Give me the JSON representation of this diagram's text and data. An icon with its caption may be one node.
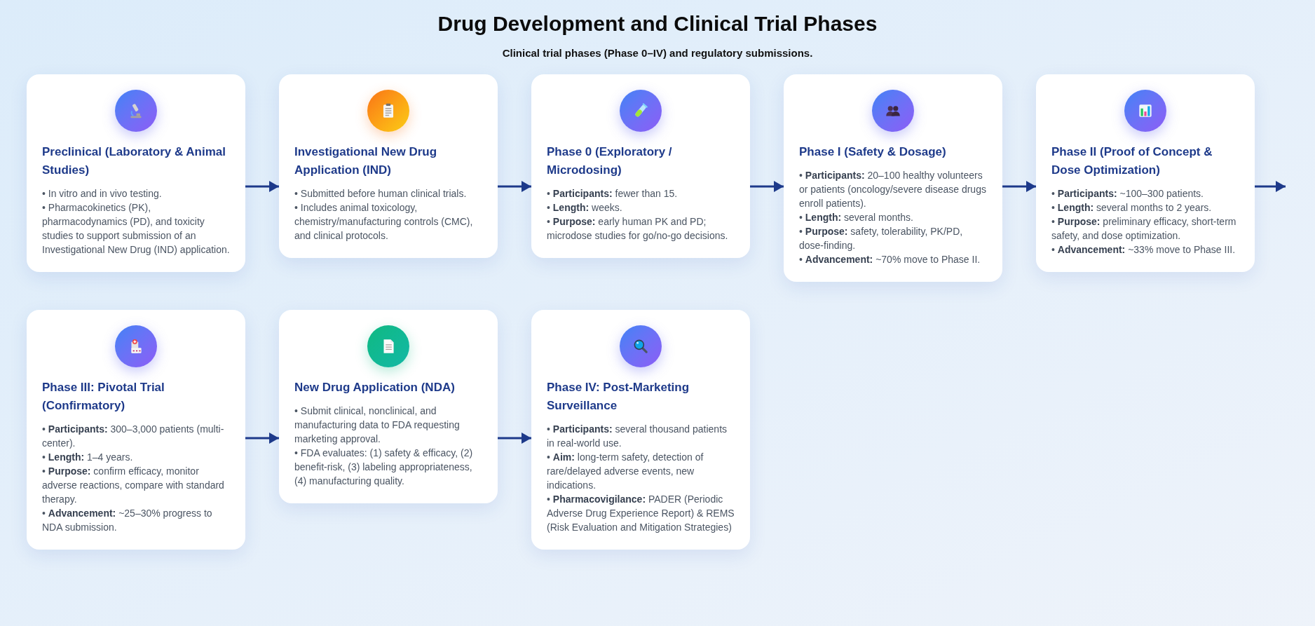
{
  "diagram": {
    "title": "Drug Development and Clinical Trial Phases",
    "labels": [
      "Clinical trial phases (Phase 0–IV) and regulatory submissions."
    ],
    "nodes": [
      {
        "text": [
          "Preclinical (Laboratory & Animal Studies)",
          "• In vitro and in vivo testing.",
          "• Pharmacokinetics (PK), pharmacodynamics (PD), and toxicity studies to support submission of an Investigational New Drug (IND) application."
        ]
      },
      {
        "text": [
          "Investigational New Drug Application (IND)",
          "• Submitted before human clinical trials.",
          "• Includes animal toxicology, chemistry/manufacturing controls (CMC), and clinical protocols."
        ]
      },
      {
        "text": [
          "Phase 0 (Exploratory / Microdosing)",
          "• **Participants:** fewer than 15.",
          "• **Length:** weeks.",
          "• **Purpose:** early human PK and PD; microdose studies for go/no-go decisions."
        ]
      },
      {
        "text": [
          "Phase I (Safety & Dosage)",
          "• **Participants:** 20–100 healthy volunteers or patients (oncology/severe disease drugs enroll patients).",
          "• **Length:** several months.",
          "• **Purpose:** safety, tolerability, PK/PD, dose-finding.",
          "• **Advancement:** ~70% move to Phase II."
        ]
      },
      {
        "text": [
          "Phase II (Proof of Concept & Dose Optimization)",
          "• **Participants:** ~100–300 patients.",
          "• **Length:** several months to 2 years.",
          "• **Purpose:** preliminary efficacy, short-term safety, and dose optimization.",
          "• **Advancement:** ~33% move to Phase III."
        ]
      },
      {
        "text": [
          "Phase III: Pivotal Trial (Confirmatory)",
          "• **Participants:** 300–3,000 patients (multi-center).",
          "• **Length:** 1–4 years.",
          "• **Purpose:** confirm efficacy, monitor adverse reactions, compare with standard therapy.",
          "• **Advancement:** ~25–30% progress to NDA submission."
        ]
      },
      {
        "text": [
          "New Drug Application (NDA)",
          "• Submit clinical, nonclinical, and manufacturing data to FDA requesting marketing approval.",
          "• FDA evaluates: (1) safety & efficacy, (2) benefit-risk, (3) labeling appropriateness, (4) manufacturing quality."
        ]
      },
      {
        "text": [
          "Phase IV: Post-Marketing Surveillance",
          "• **Participants:** several thousand patients in real-world use.",
          "• **Aim:** long-term safety, detection of rare/delayed adverse events, new indications.",
          "• **Pharmacovigilance:** PADER (Periodic Adverse Drug Experience Report) & REMS (Risk Evaluation and Mitigation Strategies)"
        ]
      }
    ],
    "edges": [
      {
        "from": 0,
        "to": 1,
        "arrow": "to"
      },
      {
        "from": 1,
        "to": 2,
        "arrow": "to"
      },
      {
        "from": 2,
        "to": 3,
        "arrow": "to"
      },
      {
        "from": 3,
        "to": 4,
        "arrow": "to"
      },
      {
        "from": 4,
        "to": null,
        "arrow": "to"
      },
      {
        "from": 5,
        "to": 6,
        "arrow": "to"
      },
      {
        "from": 6,
        "to": 7,
        "arrow": "to"
      }
    ]
  }
}
